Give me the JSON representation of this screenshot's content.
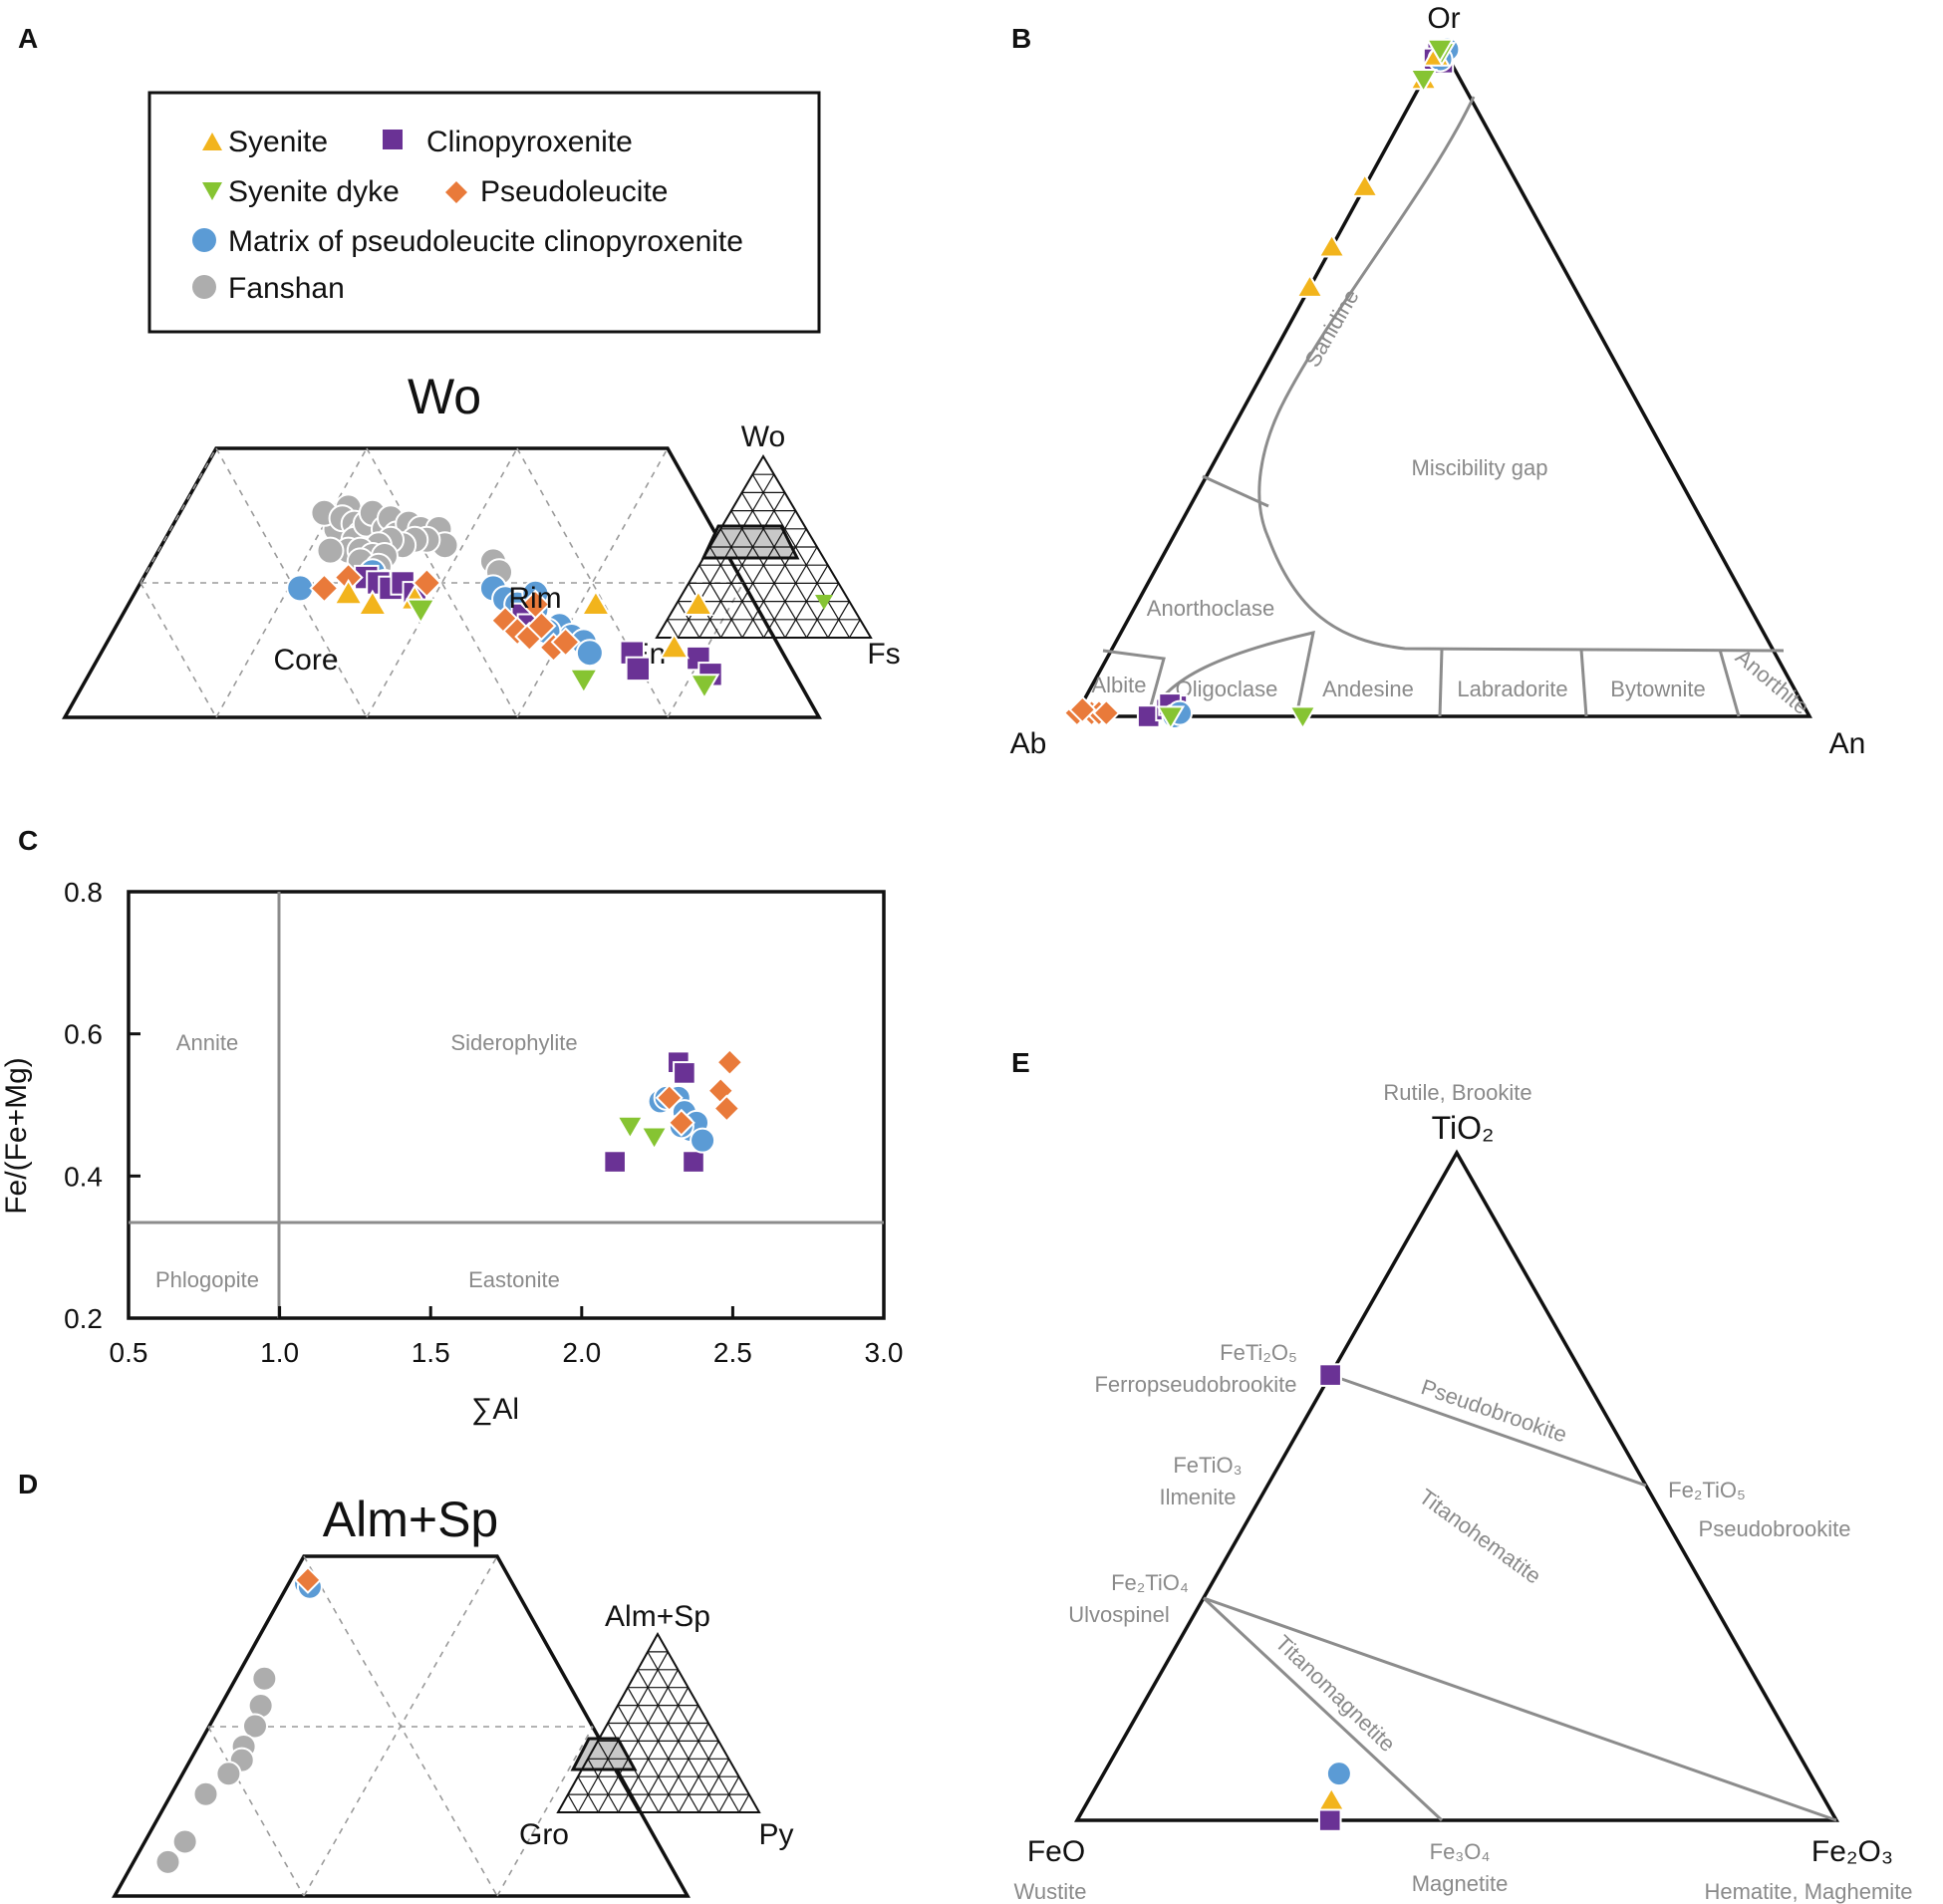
{
  "colors": {
    "syenite": "#f2b41c",
    "clinopyroxenite": "#6a3295",
    "syenite_dyke": "#86c432",
    "pseudoleucite": "#e97a3a",
    "matrix": "#5b9bd5",
    "fanshan": "#adadad",
    "field_line": "#8c8c8c"
  },
  "panels": {
    "A": {
      "letter": "A",
      "title": "Wo",
      "core": "Core",
      "rim": "Rim",
      "inset": {
        "top": "Wo",
        "left": "En",
        "right": "Fs"
      }
    },
    "B": {
      "letter": "B",
      "or": "Or",
      "ab": "Ab",
      "an": "An"
    },
    "C": {
      "letter": "C"
    },
    "D": {
      "letter": "D",
      "title": "Alm+Sp",
      "inset": {
        "top": "Alm+Sp",
        "left": "Gro",
        "right": "Py"
      }
    },
    "E": {
      "letter": "E"
    }
  },
  "legend": {
    "items": [
      {
        "key": "syenite",
        "label": "Syenite",
        "marker": "triangle-up"
      },
      {
        "key": "clinopyroxenite",
        "label": "Clinopyroxenite",
        "marker": "square"
      },
      {
        "key": "syenite_dyke",
        "label": "Syenite dyke",
        "marker": "triangle-down"
      },
      {
        "key": "pseudoleucite",
        "label": "Pseudoleucite",
        "marker": "diamond"
      },
      {
        "key": "matrix",
        "label": "Matrix of pseudoleucite clinopyroxenite",
        "marker": "circle"
      },
      {
        "key": "fanshan",
        "label": "Fanshan",
        "marker": "circle"
      }
    ]
  },
  "chart_data": [
    {
      "panel": "A",
      "type": "scatter",
      "title": "Wo",
      "ternary": "Wo-En-Fs (pyroxene quadrilateral, Wo 0-50)",
      "axes": {
        "top": "Wo",
        "left": "En",
        "right": "Fs"
      },
      "inset_labels": [
        "Wo",
        "En",
        "Fs"
      ],
      "group_labels": [
        "Core",
        "Rim"
      ],
      "series": [
        {
          "key": "fanshan",
          "name": "Fanshan",
          "points": [
            [
              0.45,
              0.35
            ],
            [
              0.43,
              0.38
            ],
            [
              0.47,
              0.39
            ],
            [
              0.46,
              0.37
            ],
            [
              0.48,
              0.36
            ],
            [
              0.49,
              0.34
            ],
            [
              0.48,
              0.33
            ],
            [
              0.5,
              0.36
            ],
            [
              0.51,
              0.38
            ],
            [
              0.53,
              0.35
            ],
            [
              0.54,
              0.37
            ],
            [
              0.55,
              0.34
            ],
            [
              0.57,
              0.36
            ],
            [
              0.59,
              0.35
            ],
            [
              0.62,
              0.35
            ],
            [
              0.63,
              0.32
            ],
            [
              0.6,
              0.33
            ],
            [
              0.58,
              0.33
            ],
            [
              0.56,
              0.32
            ],
            [
              0.54,
              0.33
            ],
            [
              0.52,
              0.32
            ],
            [
              0.47,
              0.31
            ],
            [
              0.44,
              0.31
            ],
            [
              0.49,
              0.31
            ],
            [
              0.51,
              0.3
            ],
            [
              0.53,
              0.3
            ],
            [
              0.49,
              0.29
            ],
            [
              0.52,
              0.28
            ],
            [
              0.71,
              0.29
            ],
            [
              0.72,
              0.27
            ]
          ]
        },
        {
          "key": "matrix",
          "name": "Matrix of pseudoleucite clinopyroxenite",
          "points": [
            [
              0.39,
              0.24
            ],
            [
              0.51,
              0.27
            ],
            [
              0.53,
              0.25
            ],
            [
              0.71,
              0.24
            ],
            [
              0.73,
              0.22
            ],
            [
              0.75,
              0.21
            ],
            [
              0.78,
              0.2
            ],
            [
              0.77,
              0.18
            ],
            [
              0.82,
              0.17
            ],
            [
              0.84,
              0.15
            ],
            [
              0.8,
              0.16
            ],
            [
              0.86,
              0.14
            ],
            [
              0.87,
              0.12
            ],
            [
              0.78,
              0.23
            ]
          ]
        },
        {
          "key": "clinopyroxenite",
          "name": "Clinopyroxenite",
          "points": [
            [
              0.5,
              0.26
            ],
            [
              0.52,
              0.25
            ],
            [
              0.54,
              0.24
            ],
            [
              0.56,
              0.25
            ],
            [
              0.58,
              0.23
            ],
            [
              0.76,
              0.19
            ],
            [
              0.77,
              0.17
            ],
            [
              0.94,
              0.12
            ],
            [
              0.95,
              0.09
            ],
            [
              1.05,
              0.11
            ],
            [
              1.07,
              0.08
            ]
          ]
        },
        {
          "key": "pseudoleucite",
          "name": "Pseudoleucite",
          "points": [
            [
              0.43,
              0.24
            ],
            [
              0.47,
              0.26
            ],
            [
              0.6,
              0.25
            ],
            [
              0.73,
              0.18
            ],
            [
              0.75,
              0.16
            ],
            [
              0.77,
              0.15
            ],
            [
              0.79,
              0.17
            ],
            [
              0.81,
              0.13
            ],
            [
              0.83,
              0.14
            ],
            [
              0.78,
              0.21
            ]
          ]
        },
        {
          "key": "syenite",
          "name": "Syenite",
          "points": [
            [
              0.47,
              0.23
            ],
            [
              0.51,
              0.21
            ],
            [
              0.58,
              0.22
            ],
            [
              0.88,
              0.21
            ],
            [
              1.01,
              0.13
            ],
            [
              1.05,
              0.21
            ]
          ]
        },
        {
          "key": "syenite_dyke",
          "name": "Syenite dyke",
          "points": [
            [
              0.59,
              0.2
            ],
            [
              0.86,
              0.07
            ],
            [
              1.06,
              0.06
            ]
          ]
        }
      ]
    },
    {
      "panel": "B",
      "type": "scatter",
      "ternary": "Or-Ab-An (feldspar)",
      "axes": {
        "top": "Or",
        "left": "Ab",
        "right": "An"
      },
      "fields": [
        "Sanidine",
        "Miscibility gap",
        "Anorthoclase",
        "Albite",
        "Oligoclase",
        "Andesine",
        "Labradorite",
        "Bytownite",
        "Anorthite"
      ],
      "series": [
        {
          "key": "clinopyroxenite",
          "name": "Clinopyroxenite",
          "points": [
            [
              0.9,
              0.0
            ],
            [
              0.87,
              0.01
            ],
            [
              0.855,
              0.015
            ],
            [
              0.862,
              0.018
            ],
            [
              0.01,
              0.99
            ],
            [
              0.012,
              0.975
            ],
            [
              0.02,
              0.98
            ]
          ]
        },
        {
          "key": "matrix",
          "name": "Matrix of pseudoleucite clinopyroxenite",
          "points": [
            [
              0.865,
              0.0
            ],
            [
              0.855,
              0.005
            ],
            [
              0.005,
              1.0
            ],
            [
              0.012,
              0.98
            ]
          ]
        },
        {
          "key": "pseudoleucite",
          "name": "Pseudoleucite",
          "points": [
            [
              0.995,
              0.005
            ],
            [
              0.975,
              0.005
            ],
            [
              0.965,
              0.005
            ],
            [
              0.955,
              0.005
            ],
            [
              0.985,
              0.01
            ]
          ]
        },
        {
          "key": "syenite",
          "name": "Syenite",
          "points": [
            [
              0.015,
              0.985
            ],
            [
              0.05,
              0.95
            ],
            [
              0.21,
              0.79
            ],
            [
              0.3,
              0.7
            ],
            [
              0.36,
              0.64
            ]
          ]
        },
        {
          "key": "syenite_dyke",
          "name": "Syenite dyke",
          "points": [
            [
              0.005,
              0.99
            ],
            [
              0.05,
              0.95
            ],
            [
              0.87,
              0.0
            ],
            [
              0.69,
              0.0
            ],
            [
              0.005,
              0.995
            ]
          ]
        }
      ]
    },
    {
      "panel": "C",
      "type": "scatter",
      "xlabel": "∑Al",
      "ylabel": "Fe/(Fe+Mg)",
      "xlim": [
        0.5,
        3.0
      ],
      "ylim": [
        0.2,
        0.8
      ],
      "xticks": [
        "0.5",
        "1.0",
        "1.5",
        "2.0",
        "2.5",
        "3.0"
      ],
      "yticks": [
        "0.2",
        "0.4",
        "0.6",
        "0.8"
      ],
      "divider_x": 1.0,
      "divider_y": 0.333,
      "fields": [
        "Annite",
        "Siderophylite",
        "Phlogopite",
        "Eastonite"
      ],
      "series": [
        {
          "key": "clinopyroxenite",
          "name": "Clinopyroxenite",
          "points": [
            [
              2.11,
              0.42
            ],
            [
              2.32,
              0.56
            ],
            [
              2.34,
              0.545
            ],
            [
              2.37,
              0.42
            ],
            [
              2.3,
              0.51
            ]
          ]
        },
        {
          "key": "matrix",
          "name": "Matrix of pseudoleucite clinopyroxenite",
          "points": [
            [
              2.26,
              0.505
            ],
            [
              2.28,
              0.51
            ],
            [
              2.32,
              0.51
            ],
            [
              2.34,
              0.49
            ],
            [
              2.36,
              0.465
            ],
            [
              2.38,
              0.475
            ],
            [
              2.4,
              0.45
            ],
            [
              2.33,
              0.47
            ]
          ]
        },
        {
          "key": "pseudoleucite",
          "name": "Pseudoleucite",
          "points": [
            [
              2.29,
              0.51
            ],
            [
              2.33,
              0.475
            ],
            [
              2.49,
              0.56
            ],
            [
              2.46,
              0.52
            ],
            [
              2.48,
              0.495
            ]
          ]
        },
        {
          "key": "syenite_dyke",
          "name": "Syenite dyke",
          "points": [
            [
              2.16,
              0.47
            ],
            [
              2.24,
              0.455
            ]
          ]
        }
      ]
    },
    {
      "panel": "D",
      "type": "scatter",
      "title": "Alm+Sp",
      "ternary": "Alm+Sp – Gro – Py (garnet)",
      "axes": {
        "top": "Alm+Sp",
        "left": "Gro",
        "right": "Py"
      },
      "inset_labels": [
        "Alm+Sp",
        "Gro",
        "Py"
      ],
      "series": [
        {
          "key": "matrix",
          "name": "Matrix of pseudoleucite clinopyroxenite",
          "points": [
            [
              0.96,
              0.03
            ],
            [
              0.955,
              0.04
            ]
          ]
        },
        {
          "key": "pseudoleucite",
          "name": "Pseudoleucite",
          "points": [
            [
              0.965,
              0.03
            ]
          ]
        },
        {
          "key": "fanshan",
          "name": "Fanshan",
          "points": [
            [
              0.82,
              0.05
            ],
            [
              0.78,
              0.07
            ],
            [
              0.75,
              0.08
            ],
            [
              0.72,
              0.08
            ],
            [
              0.7,
              0.09
            ],
            [
              0.68,
              0.08
            ],
            [
              0.65,
              0.06
            ],
            [
              0.58,
              0.07
            ],
            [
              0.55,
              0.06
            ],
            [
              0.46,
              0.05
            ],
            [
              0.41,
              0.04
            ]
          ]
        }
      ]
    },
    {
      "panel": "E",
      "type": "scatter",
      "ternary": "TiO2-FeO-Fe2O3",
      "vertices": [
        {
          "formula": "TiO₂",
          "mineral": "Rutile, Brookite"
        },
        {
          "formula": "FeO",
          "mineral": "Wustite"
        },
        {
          "formula": "Fe₂O₃",
          "mineral": "Hematite, Maghemite"
        }
      ],
      "edge_points": [
        {
          "formula": "FeTi₂O₅",
          "mineral": "Ferropseudobrookite"
        },
        {
          "formula": "FeTiO₃",
          "mineral": "Ilmenite"
        },
        {
          "formula": "Fe₂TiO₄",
          "mineral": "Ulvospinel"
        },
        {
          "formula": "Fe₂TiO₅",
          "mineral": "Pseudobrookite"
        },
        {
          "formula": "Fe₃O₄",
          "mineral": "Magnetite"
        }
      ],
      "series_lines": [
        "Pseudobrookite",
        "Titanohematite",
        "Titanomagnetite"
      ],
      "series": [
        {
          "key": "clinopyroxenite",
          "name": "Clinopyroxenite",
          "points": [
            [
              0.667,
              0.333,
              0.0
            ],
            [
              0.0,
              0.667,
              0.333
            ]
          ]
        },
        {
          "key": "matrix",
          "name": "Matrix of pseudoleucite clinopyroxenite",
          "points": [
            [
              0.07,
              0.62,
              0.31
            ]
          ]
        },
        {
          "key": "syenite",
          "name": "Syenite",
          "points": [
            [
              0.03,
              0.65,
              0.32
            ]
          ]
        }
      ]
    }
  ]
}
